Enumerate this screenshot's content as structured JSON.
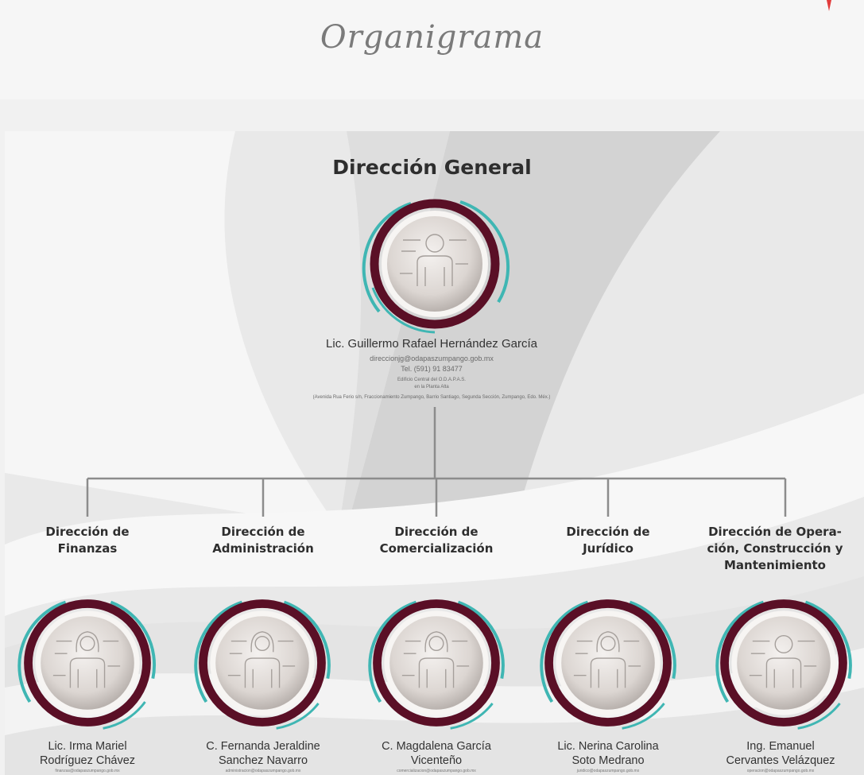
{
  "header": {
    "title": "Organigrama"
  },
  "director": {
    "title": "Dirección General",
    "name": "Lic. Guillermo Rafael Hernández García",
    "email": "direccionjg@odapaszumpango.gob.mx",
    "phone": "Tel. (591) 91 83477",
    "building": "Edificio Central del O.D.A.P.A.S.\nen la Planta Alta",
    "address": "(Avenida Rua Ferio s/n, Fraccionamiento Zumpango, Barrio Santiago, Segunda Sección, Zumpango, Edo. Méx.)"
  },
  "departments": [
    {
      "title": "Dirección de\nFinanzas",
      "name": "Lic. Irma Mariel\nRodríguez Chávez",
      "email": "finanzas@odapaszumpango.gob.mx"
    },
    {
      "title": "Dirección de\nAdministración",
      "name": "C. Fernanda Jeraldine\nSanchez Navarro",
      "email": "administracion@odapaszumpango.gob.mx"
    },
    {
      "title": "Dirección de\nComercialización",
      "name": "C. Magdalena García\nVicenteño",
      "email": "comercializacion@odapaszumpango.gob.mx"
    },
    {
      "title": "Dirección de\nJurídico",
      "name": "Lic. Nerina Carolina\nSoto Medrano",
      "email": "juridico@odapaszumpango.gob.mx"
    },
    {
      "title": "Dirección de Opera-\nción, Construcción y\nMantenimiento",
      "name": "Ing. Emanuel\nCervantes Velázquez",
      "email": "operacion@odapaszumpango.gob.mx"
    }
  ],
  "icons": {
    "director_avatar": "male-user-icon",
    "dept_avatars": [
      "female-user-icon",
      "female-user-icon",
      "female-user-icon",
      "female-user-icon",
      "male-user-icon"
    ]
  },
  "colors": {
    "ring_outer": "#3fb6b3",
    "ring_inner": "#5a0f26",
    "connector": "#8c8c8c",
    "title_text": "#2e2e2e",
    "page_title": "#7a7a7a"
  }
}
